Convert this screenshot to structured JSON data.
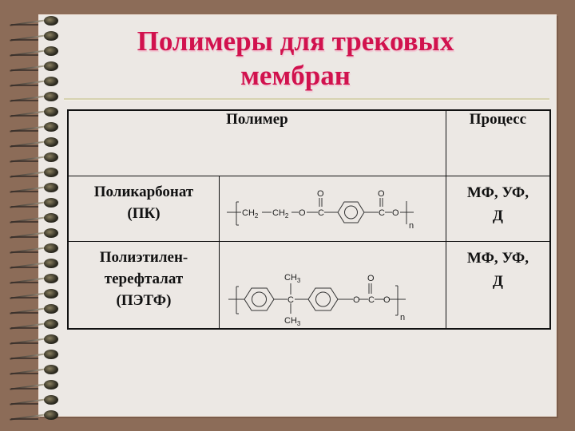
{
  "slide": {
    "title_line1": "Полимеры для трековых",
    "title_line2": "мембран",
    "title_color": "#d1124e"
  },
  "table": {
    "headers": [
      "Полимер",
      "Процесс"
    ],
    "rows": [
      {
        "name_line1": "Поликарбонат",
        "name_line2": "(ПК)",
        "formula": {
          "groups": [
            "CH2",
            "CH2",
            "O",
            "C",
            "O",
            "C",
            "O"
          ],
          "double_bond_O": [
            "O",
            "O"
          ],
          "repeat": "n"
        },
        "process_line1": "МФ, УФ,",
        "process_line2": "Д"
      },
      {
        "name_line1": "Полиэтилен-",
        "name_line2": "терефталат",
        "name_line3": "(ПЭТФ)",
        "formula": {
          "substituents": [
            "CH3",
            "CH3"
          ],
          "center": "C",
          "groups": [
            "O",
            "C",
            "O"
          ],
          "double_bond_O": "O",
          "repeat": "n"
        },
        "process_line1": "МФ, УФ,",
        "process_line2": "Д"
      }
    ]
  }
}
